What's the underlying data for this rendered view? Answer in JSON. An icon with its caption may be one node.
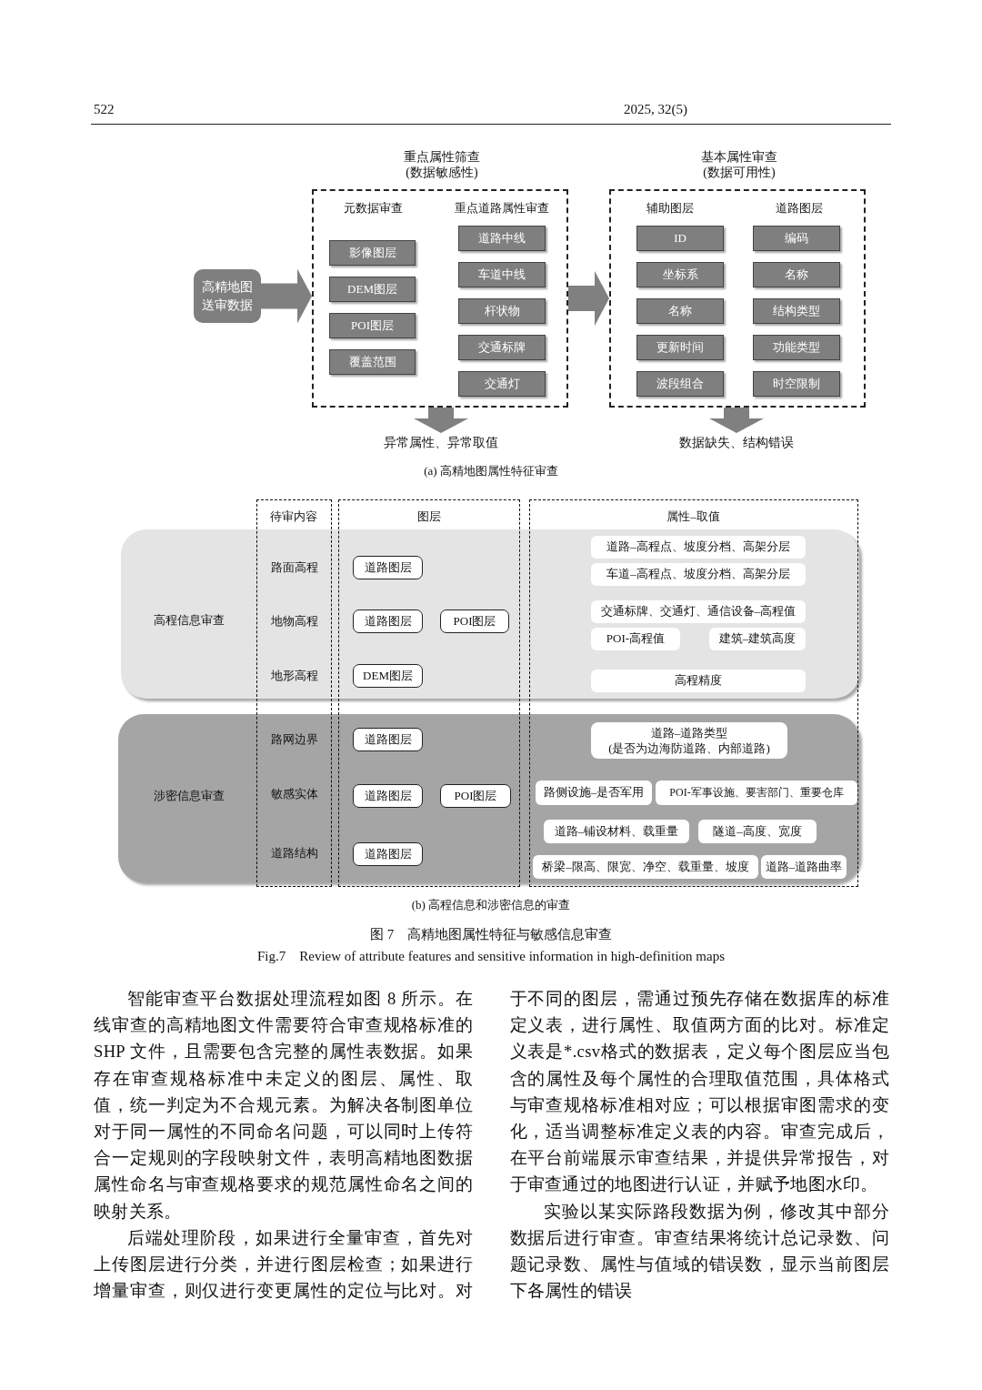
{
  "diagram": {
    "nodes": [
      {
        "text": [
          "高精地图送审数据"
        ]
      },
      {
        "text": [
          "重点属性筛查",
          "(数据敏感性)",
          "元数据审查",
          "重点道路属性审查"
        ]
      },
      {
        "text": [
          "影像图层"
        ],
        "in": 1
      },
      {
        "text": [
          "DEM图层"
        ],
        "in": 1
      },
      {
        "text": [
          "POI图层"
        ],
        "in": 1
      },
      {
        "text": [
          "覆盖范围"
        ],
        "in": 1
      },
      {
        "text": [
          "道路中线"
        ],
        "in": 1
      },
      {
        "text": [
          "车道中线"
        ],
        "in": 1
      },
      {
        "text": [
          "杆状物"
        ],
        "in": 1
      },
      {
        "text": [
          "交通标牌"
        ],
        "in": 1
      },
      {
        "text": [
          "交通灯"
        ],
        "in": 1
      },
      {
        "text": [
          "基本属性审查",
          "(数据可用性)",
          "辅助图层",
          "道路图层"
        ]
      },
      {
        "text": [
          "ID"
        ],
        "in": 11
      },
      {
        "text": [
          "坐标系"
        ],
        "in": 11
      },
      {
        "text": [
          "名称"
        ],
        "in": 11
      },
      {
        "text": [
          "更新时间"
        ],
        "in": 11
      },
      {
        "text": [
          "波段组合"
        ],
        "in": 11
      },
      {
        "text": [
          "编码"
        ],
        "in": 11
      },
      {
        "text": [
          "名称"
        ],
        "in": 11
      },
      {
        "text": [
          "结构类型"
        ],
        "in": 11
      },
      {
        "text": [
          "功能类型"
        ],
        "in": 11
      },
      {
        "text": [
          "时空限制"
        ],
        "in": 11
      },
      {
        "text": [
          "异常属性、异常取值"
        ]
      },
      {
        "text": [
          "数据缺失、结构错误"
        ]
      },
      {
        "text": [
          "高程信息审查"
        ]
      },
      {
        "text": [
          "涉密信息审查"
        ]
      },
      {
        "text": [
          "待审内容"
        ]
      },
      {
        "text": [
          "图层"
        ]
      },
      {
        "text": [
          "属性–取值"
        ]
      },
      {
        "text": [
          "道路图层"
        ]
      },
      {
        "text": [
          "道路图层"
        ]
      },
      {
        "text": [
          "POI图层"
        ]
      },
      {
        "text": [
          "DEM图层"
        ]
      },
      {
        "text": [
          "道路–高程点、坡度分档、高架分层"
        ]
      },
      {
        "text": [
          "车道–高程点、坡度分档、高架分层"
        ]
      },
      {
        "text": [
          "交通标牌、交通灯、通信设备–高程值"
        ]
      },
      {
        "text": [
          "POI-高程值"
        ]
      },
      {
        "text": [
          "建筑–建筑高度"
        ]
      },
      {
        "text": [
          "高程精度"
        ]
      },
      {
        "text": [
          "道路图层"
        ]
      },
      {
        "text": [
          "道路图层"
        ]
      },
      {
        "text": [
          "POI图层"
        ]
      },
      {
        "text": [
          "道路图层"
        ]
      },
      {
        "text": [
          "道路–道路类型",
          "(是否为边海防道路、内部道路)"
        ]
      },
      {
        "text": [
          "路侧设施–是否军用"
        ]
      },
      {
        "text": [
          "POI-军事设施、要害部门、重要仓库"
        ]
      },
      {
        "text": [
          "道路–铺设材料、载重量"
        ]
      },
      {
        "text": [
          "隧道–高度、宽度"
        ]
      },
      {
        "text": [
          "桥梁–限高、限宽、净空、载重量、坡度"
        ]
      },
      {
        "text": [
          "道路–道路曲率"
        ]
      }
    ],
    "edges": [
      {
        "from": 0,
        "to": 1,
        "arrow": "to"
      },
      {
        "from": 1,
        "to": 11,
        "arrow": "to"
      },
      {
        "from": 1,
        "to": 22,
        "arrow": "to"
      },
      {
        "from": 11,
        "to": 23,
        "arrow": "to"
      }
    ],
    "labels": [
      "522",
      "2025, 32(5)",
      "(a) 高精地图属性特征审查",
      "路面高程",
      "地物高程",
      "地形高程",
      "路网边界",
      "敏感实体",
      "道路结构",
      "(b) 高程信息和涉密信息的审查",
      "图 7　高精地图属性特征与敏感信息审查",
      "Fig.7　Review of attribute features and sensitive information in high-definition maps",
      "智能审查平台数据处理流程如图 8 所示。在线审查的高精地图文件需要符合审查规格标准的SHP 文件，且需要包含完整的属性表数据。如果存在审查规格标准中未定义的图层、属性、取值，统一判定为不合规元素。为解决各制图单位对于同一属性的不同命名问题，可以同时上传符合一定规则的字段映射文件，表明高精地图数据属性命名与审查规格要求的规范属性命名之间的映射关系。",
      "后端处理阶段，如果进行全量审查，首先对上传图层进行分类，并进行图层检查；如果进行增量审查，则仅进行变更属性的定位与比对。对于不同的图层，需通过预先存储在数据库的标准定义表，进行属性、取值两方面的比对。标准定义表是*.csv格式的数据表，定义每个图层应当包含的属性及每个属性的合理取值范围，具体格式与审查规格标准相对应；可以根据审图需求的变化，适当调整标准定义表的内容。审查完成后，在平台前端展示审查结果，并提供异常报告，对于审查通过的地图进行认证，并赋予地图水印。",
      "实验以某实际路段数据为例，修改其中部分数据后进行审查。审查结果将统计总记录数、问题记录数、属性与值域的错误数，显示当前图层下各属性的错误"
    ]
  }
}
